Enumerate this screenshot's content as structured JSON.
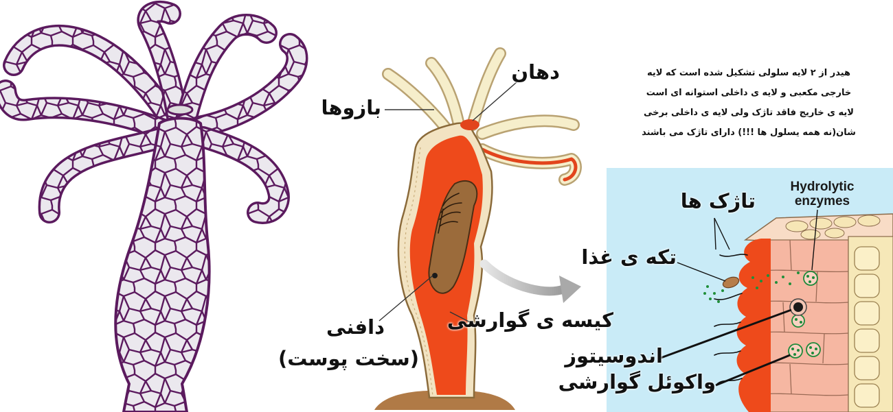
{
  "labels": {
    "mouth": "دهان",
    "tentacles": "بازوها",
    "daphnia": "دافنی",
    "daphnia_note": "(سخت پوست)",
    "gastrovascular_cavity": "کیسه ی گوارشی",
    "flagella": "تاژک ها",
    "hydrolytic_line1": "Hydrolytic",
    "hydrolytic_line2": "enzymes",
    "food_particle": "تکه ی غذا",
    "endocytosis": "اندوسیتوز",
    "food_vacuole": "واکوئل گوارشی"
  },
  "description": {
    "lines": [
      "هیدر از ۲ لایه سلولی تشکیل شده است که لایه",
      "خارجی مکعبی و لایه ی داخلی استوانه ای است",
      "لایه ی خاریج فاقد تاژک ولی لایه ی داخلی برخی",
      "شان(نه همه یسلول ها !!!) دارای تاژک می باشند"
    ]
  },
  "colors": {
    "net_purple": "#5b1a5e",
    "net_fill": "#ebe8ee",
    "wall_cream": "#f2e3c2",
    "cavity_red": "#ee4a1b",
    "daphnia_brown": "#9b6b3b",
    "soil_brown": "#b07a46",
    "panel_blue": "#c9ebf7",
    "columnar_pink": "#f6b7a2",
    "cuboidal_cream": "#f6e8b8",
    "arrow_gray": "#a9a9a9"
  }
}
